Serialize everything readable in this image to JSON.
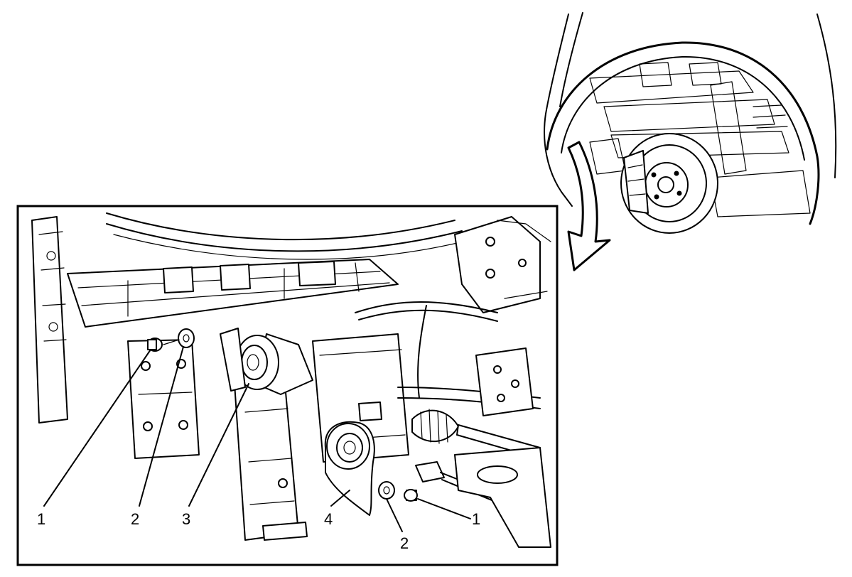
{
  "callouts": [
    {
      "id": "c1a",
      "label": "1"
    },
    {
      "id": "c2a",
      "label": "2"
    },
    {
      "id": "c3",
      "label": "3"
    },
    {
      "id": "c4",
      "label": "4"
    },
    {
      "id": "c2b",
      "label": "2"
    },
    {
      "id": "c1b",
      "label": "1"
    }
  ]
}
